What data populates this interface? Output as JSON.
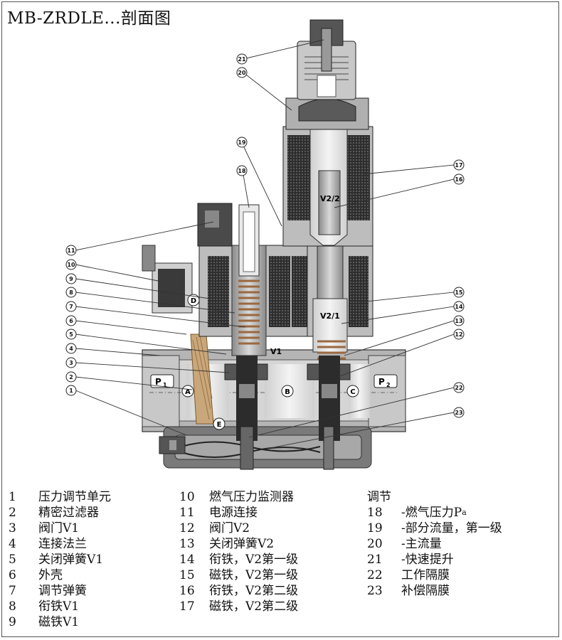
{
  "title": "MB-ZRDLE...剖面图",
  "callouts": [
    "1",
    "2",
    "3",
    "4",
    "5",
    "6",
    "7",
    "8",
    "9",
    "10",
    "11",
    "12",
    "13",
    "14",
    "15",
    "16",
    "17",
    "18",
    "19",
    "20",
    "21",
    "22",
    "23"
  ],
  "port_labels": {
    "p1": "P",
    "p1_sub": "1",
    "p2": "P",
    "p2_sub": "2",
    "chamber_a": "A",
    "chamber_b": "B",
    "chamber_c": "C",
    "chamber_d": "D",
    "chamber_e": "E",
    "v1": "V1",
    "v2_1": "V2/1",
    "v2_2": "V2/2"
  },
  "legend": {
    "col1": [
      {
        "num": "1",
        "text": "压力调节单元"
      },
      {
        "num": "2",
        "text": "精密过滤器"
      },
      {
        "num": "3",
        "text": "阀门V1"
      },
      {
        "num": "4",
        "text": "连接法兰"
      },
      {
        "num": "5",
        "text": "关闭弹簧V1"
      },
      {
        "num": "6",
        "text": "外壳"
      },
      {
        "num": "7",
        "text": "调节弹簧"
      },
      {
        "num": "8",
        "text": "衔铁V1"
      },
      {
        "num": "9",
        "text": "磁铁V1"
      }
    ],
    "col2": [
      {
        "num": "10",
        "text": "燃气压力监测器"
      },
      {
        "num": "11",
        "text": "电源连接"
      },
      {
        "num": "12",
        "text": "阀门V2"
      },
      {
        "num": "13",
        "text": "关闭弹簧V2"
      },
      {
        "num": "14",
        "text": "衔铁，V2第一级"
      },
      {
        "num": "15",
        "text": "磁铁，V2第一级"
      },
      {
        "num": "16",
        "text": "衔铁，V2第二级"
      },
      {
        "num": "17",
        "text": "磁铁，V2第二级"
      }
    ],
    "col3_header": "调节",
    "col3": [
      {
        "num": "18",
        "text": "-燃气压力P",
        "sub": "a"
      },
      {
        "num": "19",
        "text": "-部分流量，第一级"
      },
      {
        "num": "20",
        "text": "-主流量"
      },
      {
        "num": "21",
        "text": "-快速提升"
      },
      {
        "num": "22",
        "text": "工作隔膜"
      },
      {
        "num": "23",
        "text": "补偿隔膜"
      }
    ]
  },
  "colors": {
    "body": "#b9b9b9",
    "body_dark": "#6e6e6e",
    "coil": "#3a3a3a",
    "spring": "#a07050",
    "filter": "#c8a878",
    "gas": "#e6e6e6",
    "background": "#ffffff"
  }
}
